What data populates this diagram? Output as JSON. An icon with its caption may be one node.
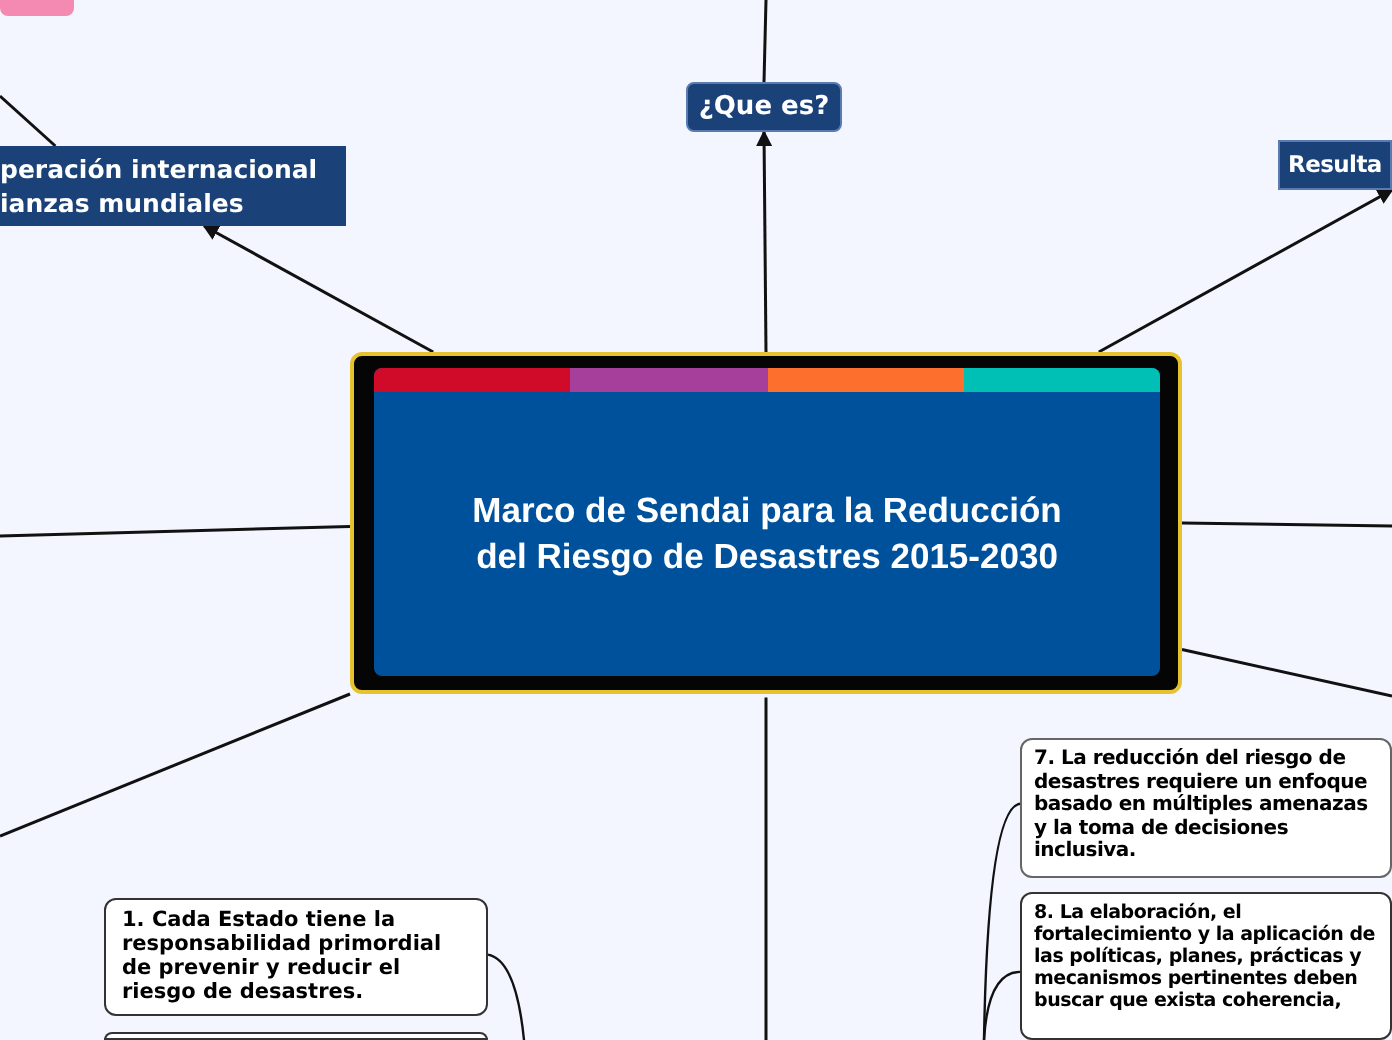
{
  "diagram": {
    "nodes": [
      {
        "text": [
          "Marco de Sendai para la Reducción del Riesgo de Desastres 2015-2030"
        ]
      },
      {
        "text": [
          "¿Que es?"
        ]
      },
      {
        "text": [
          "peración internacional ianzas mundiales"
        ]
      },
      {
        "text": [
          "Resulta"
        ]
      },
      {
        "text": [],
        "shape": "box"
      },
      {
        "text": [
          "1. Cada Estado tiene la responsabilidad primordial de prevenir y reducir el riesgo de desastres."
        ]
      },
      {
        "text": [],
        "shape": "box"
      },
      {
        "text": [
          "7. La reducción del riesgo de desastres requiere un enfoque basado en múltiples amenazas y la toma de decisiones inclusiva."
        ]
      },
      {
        "text": [
          "8. La elaboración, el fortalecimiento y la aplicación de las políticas, planes, prácticas y mecanismos pertinentes deben buscar que exista coherencia,"
        ]
      }
    ],
    "edges": [
      {
        "from": 0,
        "to": 1,
        "arrow": "to"
      },
      {
        "from": 1,
        "to": null,
        "arrow": "none"
      },
      {
        "from": 0,
        "to": 2,
        "arrow": "to"
      },
      {
        "from": null,
        "to": 2,
        "arrow": "none"
      },
      {
        "from": 0,
        "to": 3,
        "arrow": "to"
      },
      {
        "from": 0,
        "to": null,
        "arrow": "none"
      },
      {
        "from": 0,
        "to": null,
        "arrow": "none"
      },
      {
        "from": 0,
        "to": null,
        "arrow": "none"
      },
      {
        "from": 0,
        "to": null,
        "arrow": "none"
      },
      {
        "from": 0,
        "to": null,
        "arrow": "none"
      },
      {
        "from": 5,
        "to": null,
        "arrow": "none"
      },
      {
        "from": null,
        "to": 7,
        "arrow": "none"
      },
      {
        "from": null,
        "to": 8,
        "arrow": "none"
      }
    ]
  }
}
